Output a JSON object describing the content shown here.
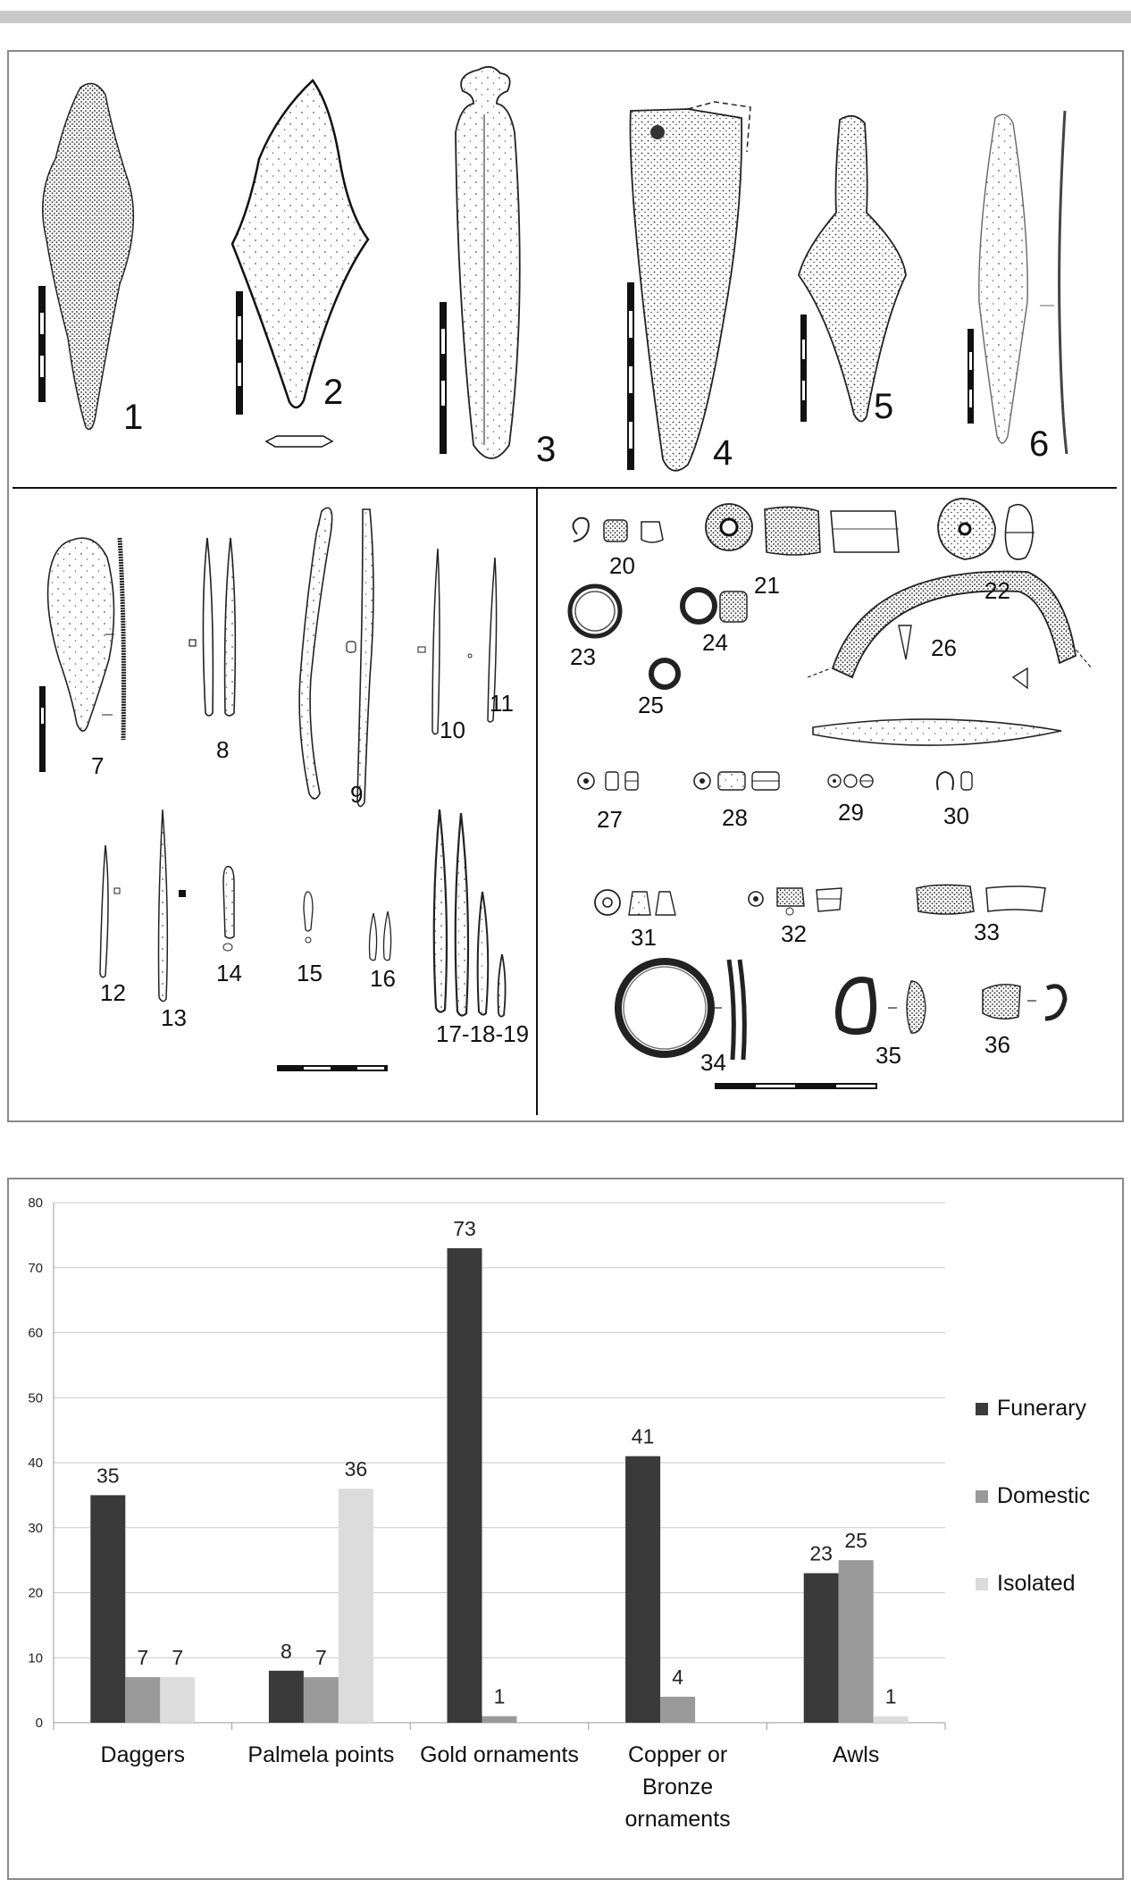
{
  "plate": {
    "figure_numbers": [
      "1",
      "2",
      "3",
      "4",
      "5",
      "6",
      "7",
      "8",
      "9",
      "10",
      "11",
      "12",
      "13",
      "14",
      "15",
      "16",
      "17-18-19",
      "20",
      "21",
      "22",
      "23",
      "24",
      "25",
      "26",
      "27",
      "28",
      "29",
      "30",
      "31",
      "32",
      "33",
      "34",
      "35",
      "36"
    ]
  },
  "chart_data": {
    "type": "bar",
    "categories": [
      "Daggers",
      "Palmela points",
      "Gold ornaments",
      "Copper or Bronze ornaments",
      "Awls"
    ],
    "category_lines": [
      [
        "Daggers"
      ],
      [
        "Palmela points"
      ],
      [
        "Gold ornaments"
      ],
      [
        "Copper or",
        "Bronze",
        "ornaments"
      ],
      [
        "Awls"
      ]
    ],
    "series": [
      {
        "name": "Funerary",
        "values": [
          35,
          8,
          73,
          41,
          23
        ],
        "labels": [
          "35",
          "8",
          "73",
          "41",
          "23"
        ],
        "color": "#3a3a3a"
      },
      {
        "name": "Domestic",
        "values": [
          7,
          7,
          1,
          4,
          25
        ],
        "labels": [
          "7",
          "7",
          "1",
          "4",
          "25"
        ],
        "color": "#9a9a9a"
      },
      {
        "name": "Isolated",
        "values": [
          7,
          36,
          0,
          0,
          1
        ],
        "labels": [
          "7",
          "36",
          "",
          "",
          "1"
        ],
        "color": "#dcdcdc"
      }
    ],
    "ylim": [
      0,
      80
    ],
    "yticks": [
      0,
      10,
      20,
      30,
      40,
      50,
      60,
      70,
      80
    ],
    "grid": true,
    "legend": "right",
    "xlabel": "",
    "ylabel": "",
    "title": ""
  },
  "colors": {
    "panel_border": "#8a8a8a",
    "grid": "#c8c8c8",
    "axis": "#9a9a9a",
    "top_bar": "#c9c9c9"
  }
}
